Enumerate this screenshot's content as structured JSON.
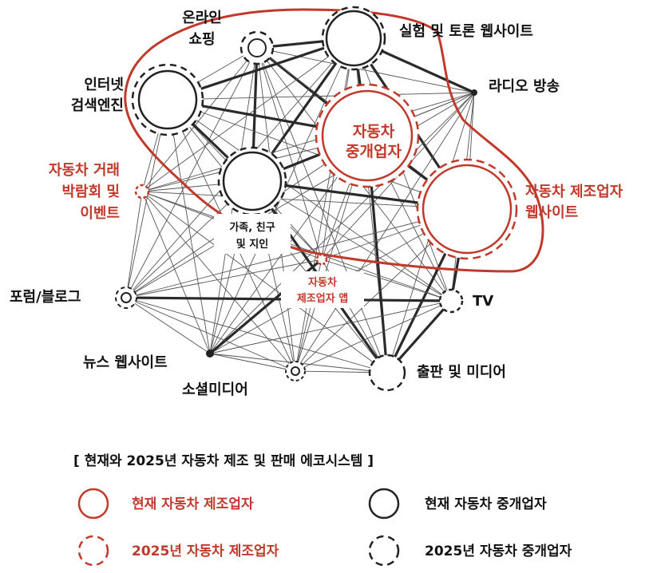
{
  "colors": {
    "red": "#c0392b",
    "black": "#1a1a1a",
    "edge": "#333333"
  },
  "nodes": {
    "online_shopping": [
      "온라인",
      "쇼핑"
    ],
    "experiment_site": "실험 및 토론 웹사이트",
    "internet_search": [
      "인터넷",
      "검색엔진"
    ],
    "radio": "라디오 방송",
    "dealer": [
      "자동차",
      "중개업자"
    ],
    "expo": [
      "자동차 거래",
      "박람회 및",
      "이벤트"
    ],
    "family": [
      "가족, 친구",
      "및 지인"
    ],
    "maker_site": [
      "자동차 제조업자",
      "웹사이트"
    ],
    "maker_app": [
      "자동차",
      "제조업자 앱"
    ],
    "forum": "포럼/블로그",
    "tv": "TV",
    "news": "뉴스 웹사이트",
    "social": "소셜미디어",
    "publishing": "출판 및 미디어"
  },
  "legend": {
    "title": "[ 현재와 2025년 자동차 제조 및 판매 에코시스템 ]",
    "current_maker": "현재 자동차 제조업자",
    "current_dealer": "현재 자동차 중개업자",
    "future_maker": "2025년 자동차 제조업자",
    "future_dealer": "2025년 자동차 중개업자"
  }
}
